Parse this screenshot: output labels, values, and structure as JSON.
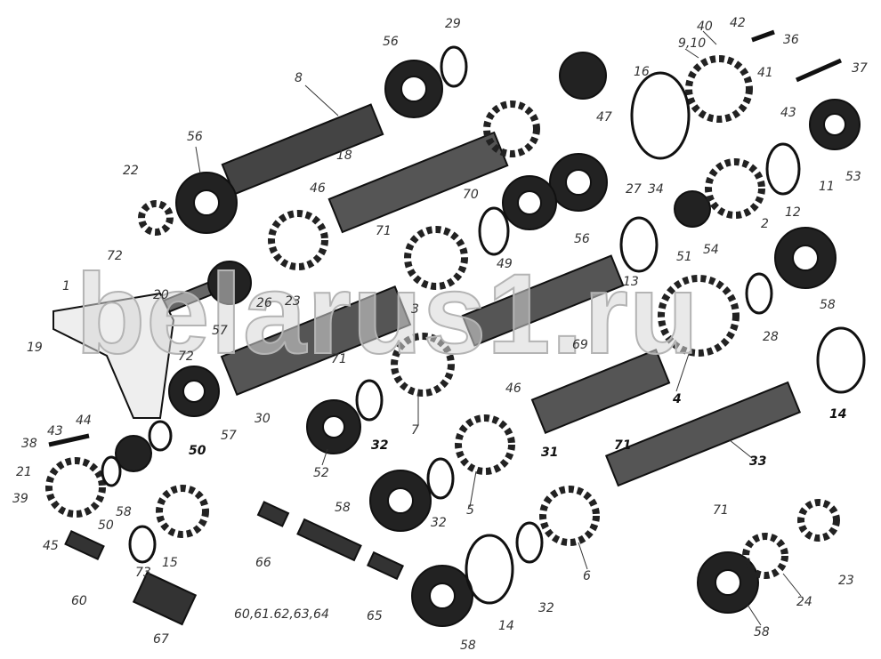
{
  "watermark": "belarus1.ru",
  "labels": [
    "29",
    "56",
    "8",
    "56",
    "22",
    "18",
    "46",
    "70",
    "71",
    "49",
    "56",
    "40",
    "42",
    "36",
    "9,10",
    "16",
    "47",
    "27",
    "34",
    "41",
    "43",
    "37",
    "11",
    "12",
    "53",
    "2",
    "54",
    "51",
    "13",
    "58",
    "28",
    "14",
    "4",
    "33",
    "71",
    "71",
    "69",
    "46",
    "31",
    "72",
    "1",
    "20",
    "26",
    "23",
    "3",
    "57",
    "19",
    "71",
    "72",
    "57",
    "30",
    "7",
    "32",
    "52",
    "44",
    "43",
    "38",
    "50",
    "21",
    "50",
    "58",
    "39",
    "45",
    "73",
    "15",
    "60",
    "66",
    "60,61.62,63,64",
    "65",
    "67",
    "58",
    "32",
    "5",
    "6",
    "32",
    "14",
    "58",
    "24",
    "23",
    "58"
  ]
}
